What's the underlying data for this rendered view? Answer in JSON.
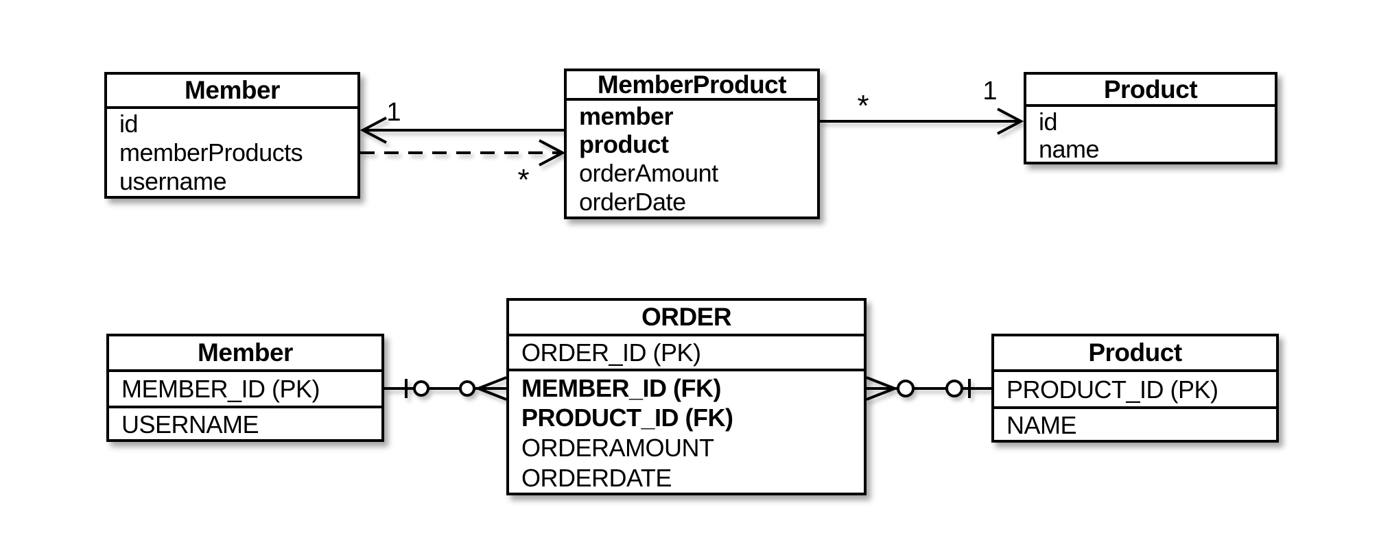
{
  "uml": {
    "member": {
      "title": "Member",
      "fields": [
        "id",
        "memberProducts",
        "username"
      ]
    },
    "memberProduct": {
      "title": "MemberProduct",
      "fields": [
        "member",
        "product",
        "orderAmount",
        "orderDate"
      ]
    },
    "product": {
      "title": "Product",
      "fields": [
        "id",
        "name"
      ]
    },
    "labels": {
      "one_left": "1",
      "star_left": "*",
      "star_right": "*",
      "one_right": "1"
    }
  },
  "erd": {
    "member": {
      "title": "Member",
      "rows": [
        "MEMBER_ID (PK)",
        "USERNAME"
      ]
    },
    "order": {
      "title": "ORDER",
      "rows": [
        "ORDER_ID (PK)",
        "MEMBER_ID (FK)",
        "PRODUCT_ID (FK)",
        "ORDERAMOUNT",
        "ORDERDATE"
      ]
    },
    "product": {
      "title": "Product",
      "rows": [
        "PRODUCT_ID (PK)",
        "NAME"
      ]
    }
  },
  "colors": {
    "line": "#000000",
    "background": "#ffffff",
    "box_fill": "#ffffff"
  }
}
